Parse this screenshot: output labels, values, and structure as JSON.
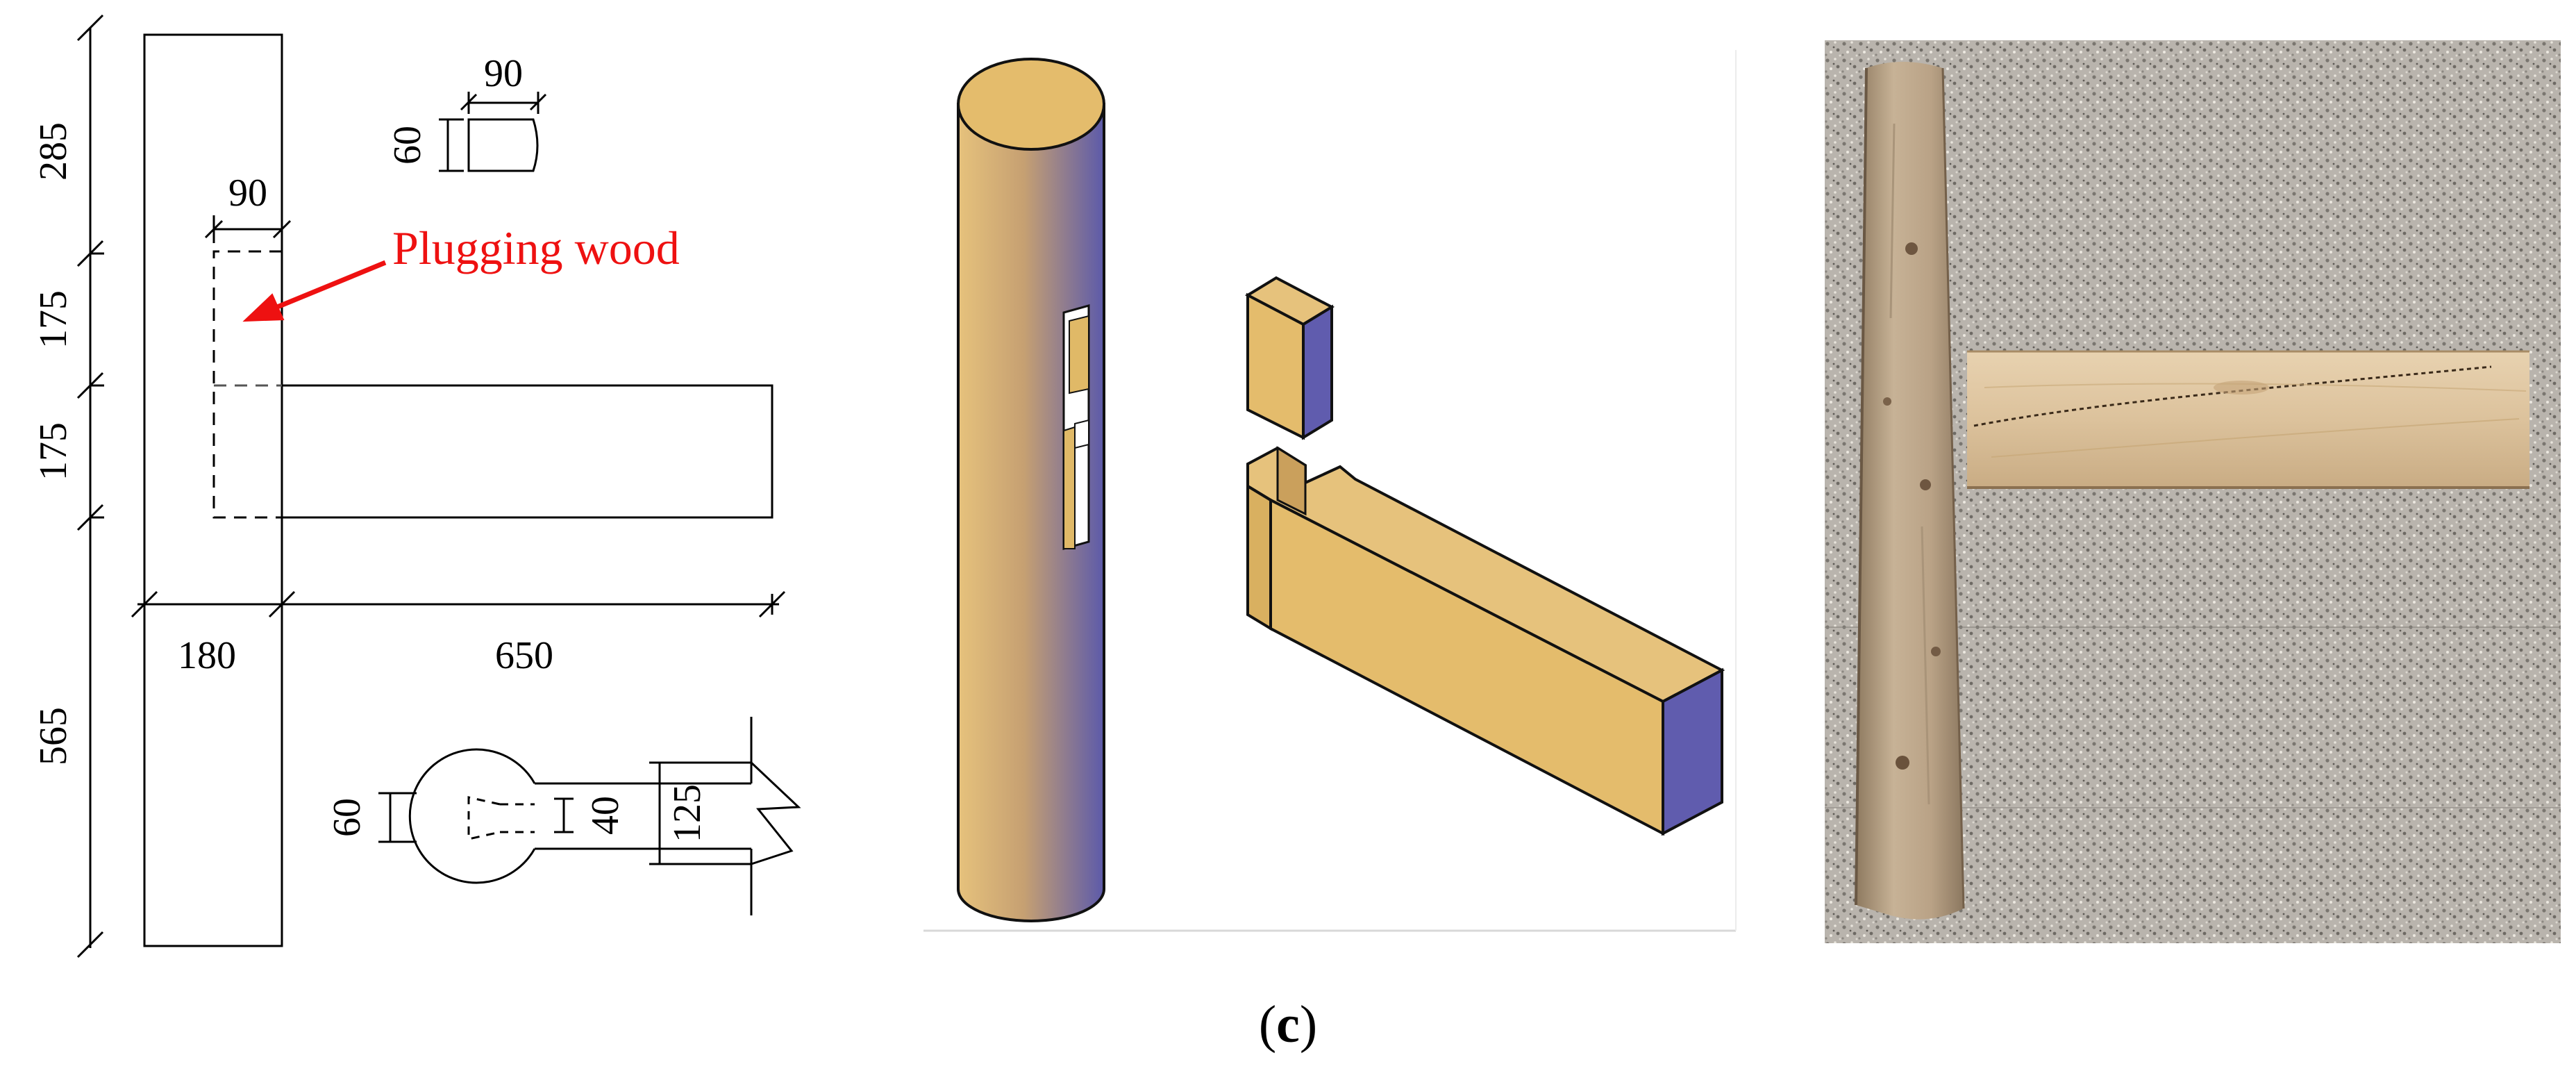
{
  "drawing": {
    "dim_90_top": "90",
    "dim_60_top": "60",
    "dim_90_left": "90",
    "plugging_label": "Plugging wood",
    "dim_285": "285",
    "dim_175_a": "175",
    "dim_175_b": "175",
    "dim_565": "565",
    "dim_180": "180",
    "dim_650": "650",
    "dim_60_bottom": "60",
    "dim_40": "40",
    "dim_125": "125"
  },
  "caption": {
    "open": "(",
    "letter": "c",
    "close": ")"
  },
  "colors": {
    "annotation_red": "#ee1111",
    "wood_light": "#e4bc6c",
    "wood_shadow": "#605cae",
    "photo_ground": "#b9b4ad"
  }
}
